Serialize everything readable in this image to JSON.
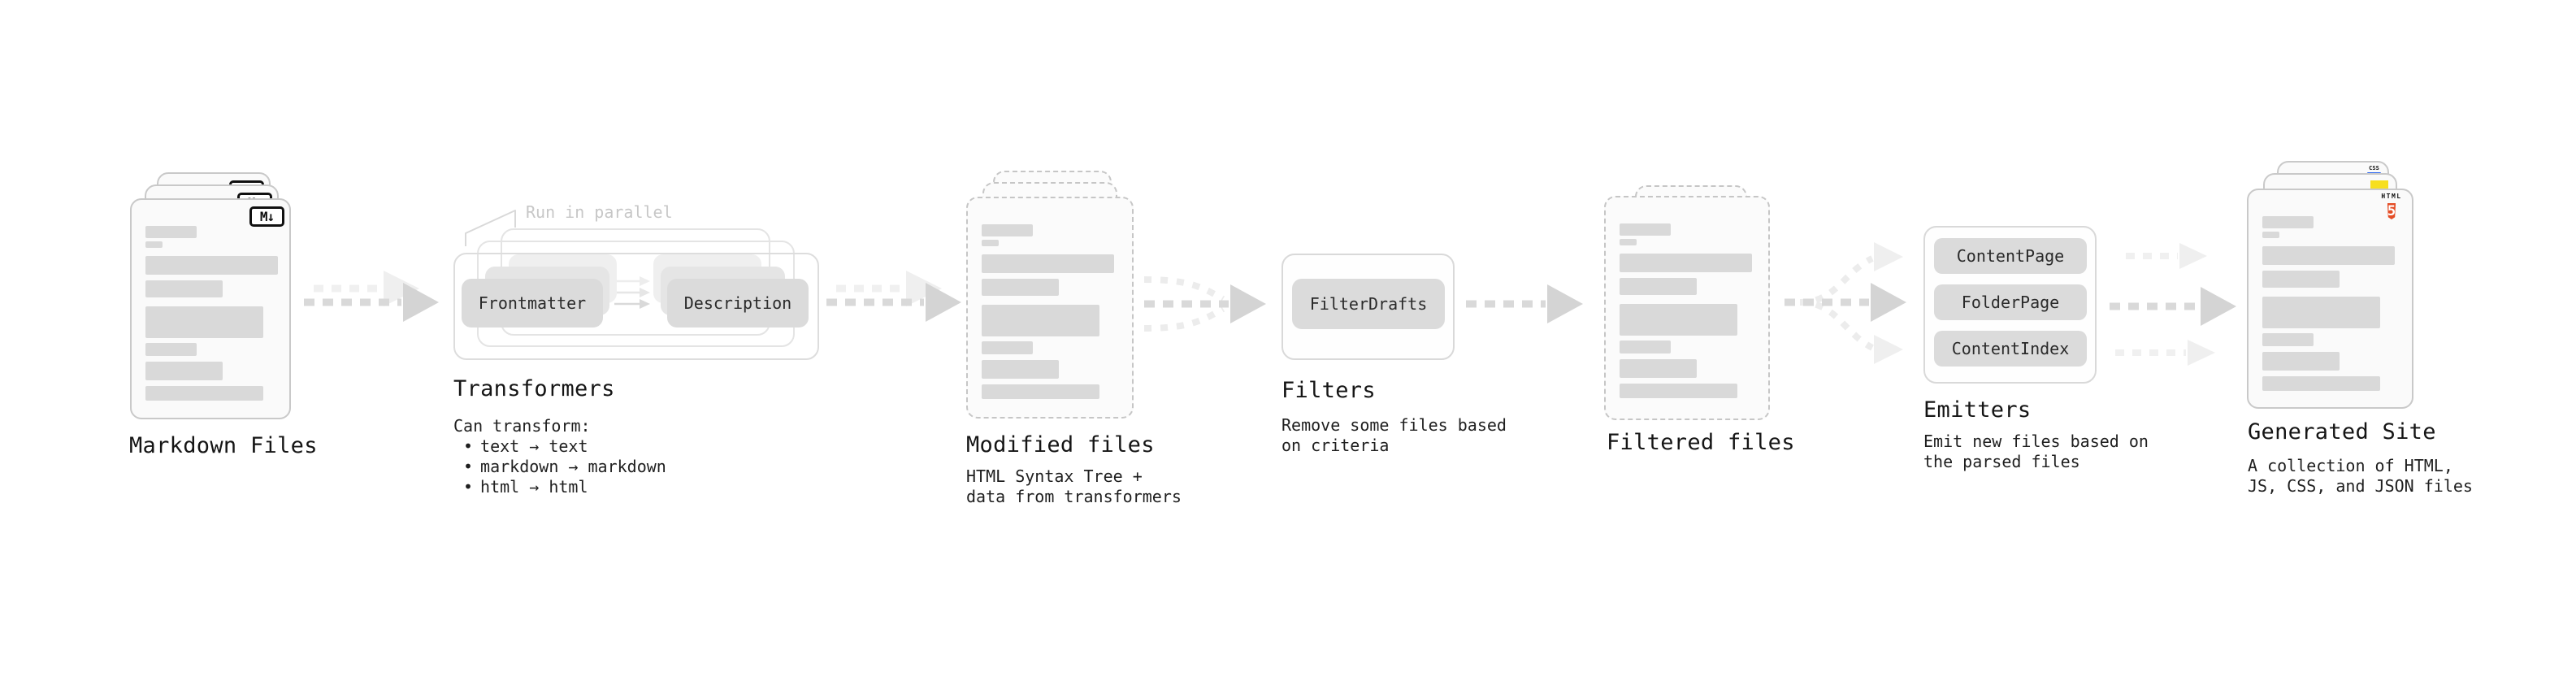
{
  "glyphs": {
    "bullet": "•"
  },
  "badges": {
    "markdown": "M↓",
    "css": "CSS",
    "html_label": "HTML",
    "html_number": "5"
  },
  "colors": {
    "html5_orange": "#e44d26",
    "js_yellow": "#f7df1e",
    "css_blue": "#2965f1"
  },
  "stages": [
    {
      "name": "markdown-files",
      "title": "Markdown Files"
    },
    {
      "name": "transformers",
      "title": "Transformers",
      "annotation": "Run in parallel",
      "pills": [
        "Frontmatter",
        "Description"
      ],
      "subtitle": "Can transform:",
      "bullets": [
        "text → text",
        "markdown → markdown",
        "html → html"
      ]
    },
    {
      "name": "modified-files",
      "title": "Modified files",
      "description": "HTML Syntax Tree +\ndata from transformers"
    },
    {
      "name": "filters",
      "title": "Filters",
      "pills": [
        "FilterDrafts"
      ],
      "description": "Remove some files based\non criteria"
    },
    {
      "name": "filtered-files",
      "title": "Filtered files"
    },
    {
      "name": "emitters",
      "title": "Emitters",
      "pills": [
        "ContentPage",
        "FolderPage",
        "ContentIndex"
      ],
      "description": "Emit new files based on\nthe parsed files"
    },
    {
      "name": "generated-site",
      "title": "Generated Site",
      "description": "A collection of HTML,\nJS, CSS, and JSON files"
    }
  ]
}
